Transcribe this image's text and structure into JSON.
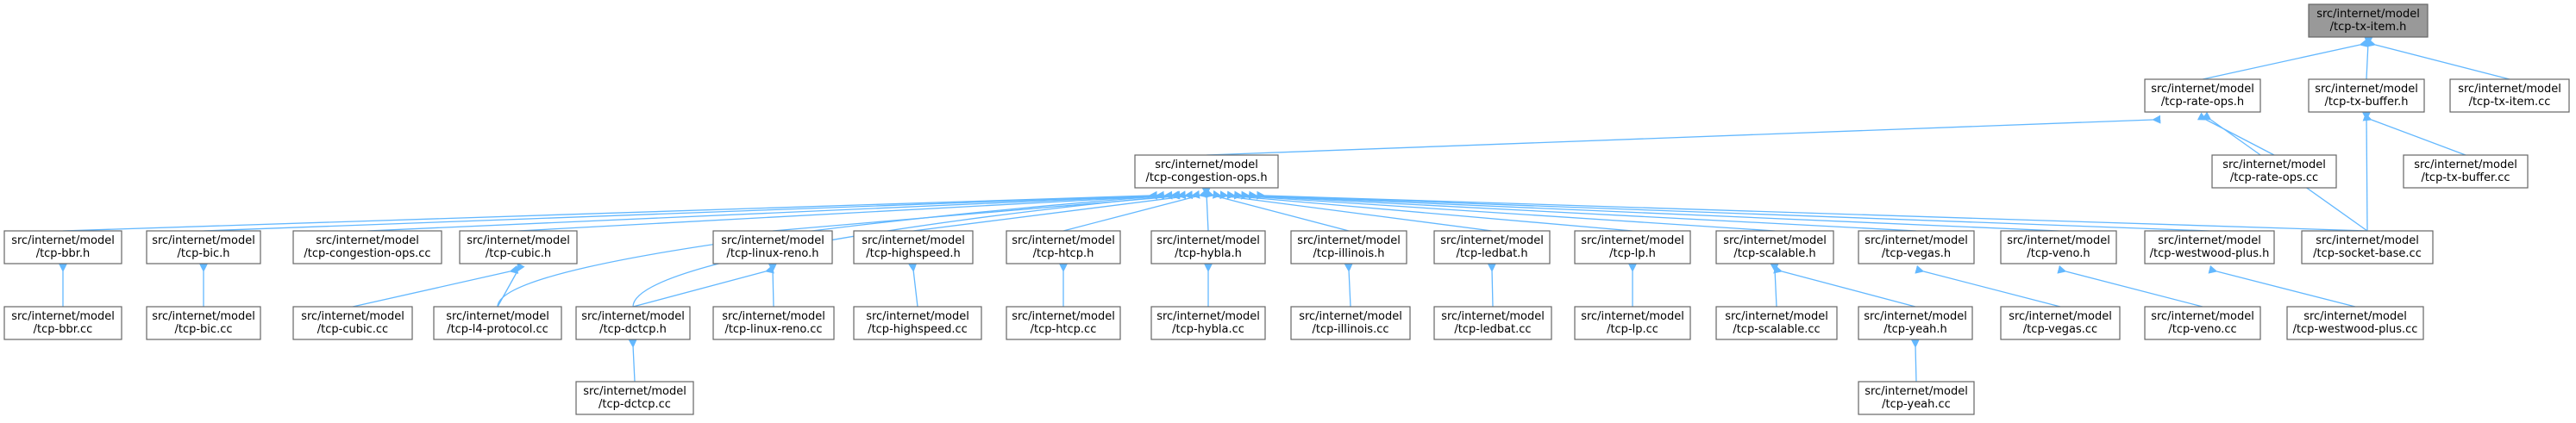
{
  "graph": {
    "nodes": [
      {
        "id": "tx_item_h",
        "line1": "src/internet/model",
        "line2": "/tcp-tx-item.h",
        "root": true
      },
      {
        "id": "rate_ops_h",
        "line1": "src/internet/model",
        "line2": "/tcp-rate-ops.h"
      },
      {
        "id": "tx_buffer_h",
        "line1": "src/internet/model",
        "line2": "/tcp-tx-buffer.h"
      },
      {
        "id": "tx_item_cc",
        "line1": "src/internet/model",
        "line2": "/tcp-tx-item.cc"
      },
      {
        "id": "cong_ops_h",
        "line1": "src/internet/model",
        "line2": "/tcp-congestion-ops.h"
      },
      {
        "id": "rate_ops_cc",
        "line1": "src/internet/model",
        "line2": "/tcp-rate-ops.cc"
      },
      {
        "id": "tx_buffer_cc",
        "line1": "src/internet/model",
        "line2": "/tcp-tx-buffer.cc"
      },
      {
        "id": "bbr_h",
        "line1": "src/internet/model",
        "line2": "/tcp-bbr.h"
      },
      {
        "id": "bic_h",
        "line1": "src/internet/model",
        "line2": "/tcp-bic.h"
      },
      {
        "id": "cong_ops_cc",
        "line1": "src/internet/model",
        "line2": "/tcp-congestion-ops.cc"
      },
      {
        "id": "cubic_h",
        "line1": "src/internet/model",
        "line2": "/tcp-cubic.h"
      },
      {
        "id": "linux_reno_h",
        "line1": "src/internet/model",
        "line2": "/tcp-linux-reno.h"
      },
      {
        "id": "highspeed_h",
        "line1": "src/internet/model",
        "line2": "/tcp-highspeed.h"
      },
      {
        "id": "htcp_h",
        "line1": "src/internet/model",
        "line2": "/tcp-htcp.h"
      },
      {
        "id": "hybla_h",
        "line1": "src/internet/model",
        "line2": "/tcp-hybla.h"
      },
      {
        "id": "illinois_h",
        "line1": "src/internet/model",
        "line2": "/tcp-illinois.h"
      },
      {
        "id": "ledbat_h",
        "line1": "src/internet/model",
        "line2": "/tcp-ledbat.h"
      },
      {
        "id": "lp_h",
        "line1": "src/internet/model",
        "line2": "/tcp-lp.h"
      },
      {
        "id": "scalable_h",
        "line1": "src/internet/model",
        "line2": "/tcp-scalable.h"
      },
      {
        "id": "vegas_h",
        "line1": "src/internet/model",
        "line2": "/tcp-vegas.h"
      },
      {
        "id": "veno_h",
        "line1": "src/internet/model",
        "line2": "/tcp-veno.h"
      },
      {
        "id": "westwood_h",
        "line1": "src/internet/model",
        "line2": "/tcp-westwood-plus.h"
      },
      {
        "id": "socket_base_cc",
        "line1": "src/internet/model",
        "line2": "/tcp-socket-base.cc"
      },
      {
        "id": "bbr_cc",
        "line1": "src/internet/model",
        "line2": "/tcp-bbr.cc"
      },
      {
        "id": "bic_cc",
        "line1": "src/internet/model",
        "line2": "/tcp-bic.cc"
      },
      {
        "id": "cubic_cc",
        "line1": "src/internet/model",
        "line2": "/tcp-cubic.cc"
      },
      {
        "id": "l4_cc",
        "line1": "src/internet/model",
        "line2": "/tcp-l4-protocol.cc"
      },
      {
        "id": "dctcp_h",
        "line1": "src/internet/model",
        "line2": "/tcp-dctcp.h"
      },
      {
        "id": "linux_reno_cc",
        "line1": "src/internet/model",
        "line2": "/tcp-linux-reno.cc"
      },
      {
        "id": "highspeed_cc",
        "line1": "src/internet/model",
        "line2": "/tcp-highspeed.cc"
      },
      {
        "id": "htcp_cc",
        "line1": "src/internet/model",
        "line2": "/tcp-htcp.cc"
      },
      {
        "id": "hybla_cc",
        "line1": "src/internet/model",
        "line2": "/tcp-hybla.cc"
      },
      {
        "id": "illinois_cc",
        "line1": "src/internet/model",
        "line2": "/tcp-illinois.cc"
      },
      {
        "id": "ledbat_cc",
        "line1": "src/internet/model",
        "line2": "/tcp-ledbat.cc"
      },
      {
        "id": "lp_cc",
        "line1": "src/internet/model",
        "line2": "/tcp-lp.cc"
      },
      {
        "id": "scalable_cc",
        "line1": "src/internet/model",
        "line2": "/tcp-scalable.cc"
      },
      {
        "id": "yeah_h",
        "line1": "src/internet/model",
        "line2": "/tcp-yeah.h"
      },
      {
        "id": "vegas_cc",
        "line1": "src/internet/model",
        "line2": "/tcp-vegas.cc"
      },
      {
        "id": "veno_cc",
        "line1": "src/internet/model",
        "line2": "/tcp-veno.cc"
      },
      {
        "id": "westwood_cc",
        "line1": "src/internet/model",
        "line2": "/tcp-westwood-plus.cc"
      },
      {
        "id": "dctcp_cc",
        "line1": "src/internet/model",
        "line2": "/tcp-dctcp.cc"
      },
      {
        "id": "yeah_cc",
        "line1": "src/internet/model",
        "line2": "/tcp-yeah.cc"
      }
    ],
    "edges": [
      [
        "tx_item_h",
        "rate_ops_h"
      ],
      [
        "tx_item_h",
        "tx_buffer_h"
      ],
      [
        "tx_item_h",
        "tx_item_cc"
      ],
      [
        "rate_ops_h",
        "cong_ops_h"
      ],
      [
        "rate_ops_h",
        "rate_ops_cc"
      ],
      [
        "rate_ops_h",
        "socket_base_cc"
      ],
      [
        "tx_buffer_h",
        "tx_buffer_cc"
      ],
      [
        "tx_buffer_h",
        "socket_base_cc"
      ],
      [
        "cong_ops_h",
        "bbr_h"
      ],
      [
        "cong_ops_h",
        "bic_h"
      ],
      [
        "cong_ops_h",
        "cong_ops_cc"
      ],
      [
        "cong_ops_h",
        "cubic_h"
      ],
      [
        "cong_ops_h",
        "l4_cc"
      ],
      [
        "cong_ops_h",
        "dctcp_h"
      ],
      [
        "cong_ops_h",
        "linux_reno_h"
      ],
      [
        "cong_ops_h",
        "highspeed_h"
      ],
      [
        "cong_ops_h",
        "htcp_h"
      ],
      [
        "cong_ops_h",
        "hybla_h"
      ],
      [
        "cong_ops_h",
        "illinois_h"
      ],
      [
        "cong_ops_h",
        "ledbat_h"
      ],
      [
        "cong_ops_h",
        "lp_h"
      ],
      [
        "cong_ops_h",
        "scalable_h"
      ],
      [
        "cong_ops_h",
        "vegas_h"
      ],
      [
        "cong_ops_h",
        "veno_h"
      ],
      [
        "cong_ops_h",
        "westwood_h"
      ],
      [
        "cong_ops_h",
        "socket_base_cc"
      ],
      [
        "bbr_h",
        "bbr_cc"
      ],
      [
        "bic_h",
        "bic_cc"
      ],
      [
        "cubic_h",
        "cubic_cc"
      ],
      [
        "cubic_h",
        "l4_cc"
      ],
      [
        "linux_reno_h",
        "dctcp_h"
      ],
      [
        "linux_reno_h",
        "linux_reno_cc"
      ],
      [
        "highspeed_h",
        "highspeed_cc"
      ],
      [
        "htcp_h",
        "htcp_cc"
      ],
      [
        "hybla_h",
        "hybla_cc"
      ],
      [
        "illinois_h",
        "illinois_cc"
      ],
      [
        "ledbat_h",
        "ledbat_cc"
      ],
      [
        "lp_h",
        "lp_cc"
      ],
      [
        "scalable_h",
        "scalable_cc"
      ],
      [
        "scalable_h",
        "yeah_h"
      ],
      [
        "vegas_h",
        "vegas_cc"
      ],
      [
        "veno_h",
        "veno_cc"
      ],
      [
        "westwood_h",
        "westwood_cc"
      ],
      [
        "dctcp_h",
        "dctcp_cc"
      ],
      [
        "yeah_h",
        "yeah_cc"
      ]
    ]
  },
  "colors": {
    "edge": "#63b8ff",
    "root_fill": "#999999",
    "border": "#666666"
  }
}
